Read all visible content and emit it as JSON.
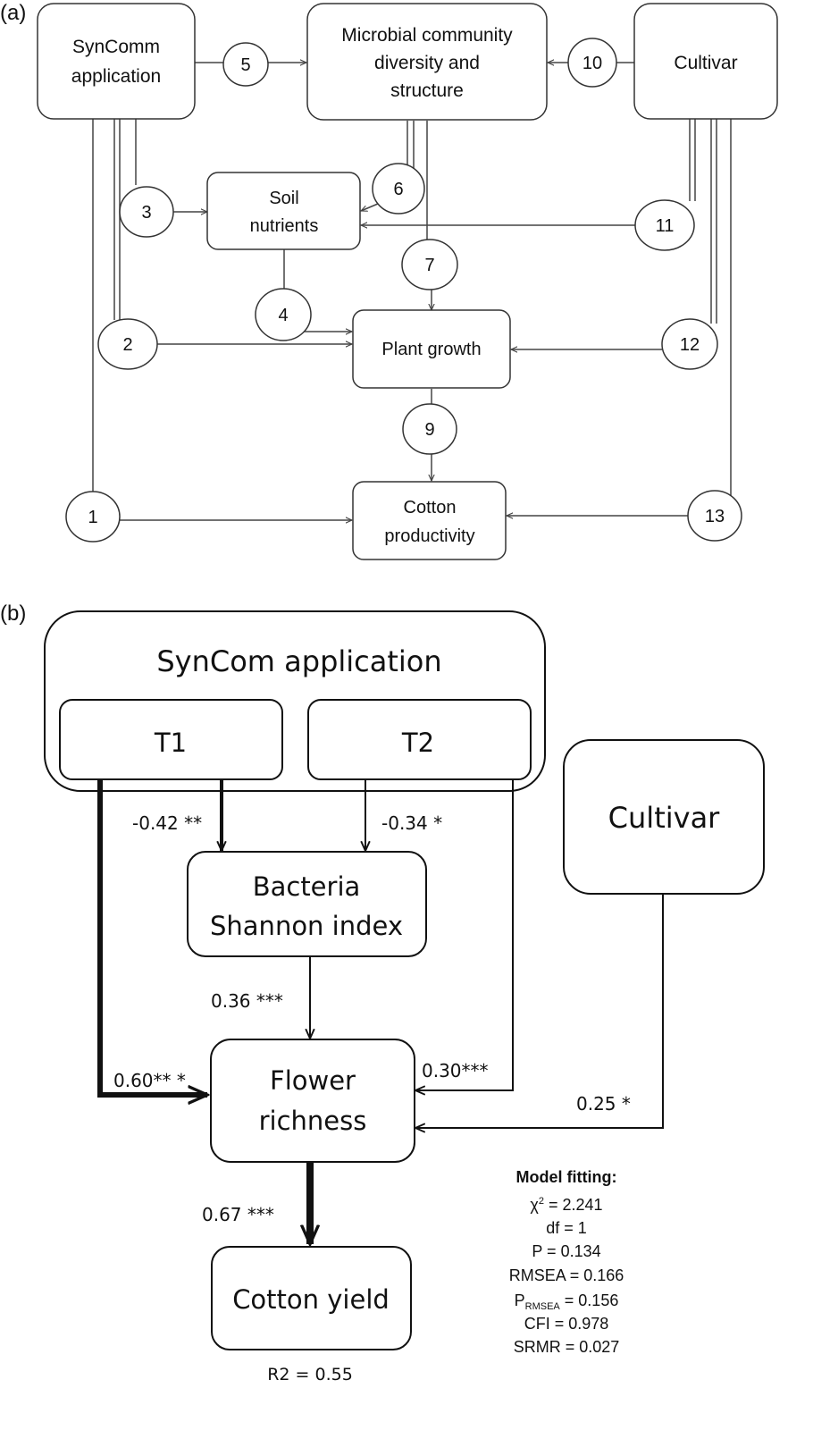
{
  "panel_a": {
    "label": "(a)",
    "boxes": {
      "syncomm": [
        "SynComm",
        "application"
      ],
      "microbial": [
        "Microbial community",
        "diversity and",
        "structure"
      ],
      "cultivar": [
        "Cultivar"
      ],
      "soil": [
        "Soil",
        "nutrients"
      ],
      "plant": [
        "Plant growth"
      ],
      "cotton": [
        "Cotton",
        "productivity"
      ]
    },
    "paths": [
      "1",
      "2",
      "3",
      "4",
      "5",
      "6",
      "7",
      "9",
      "10",
      "11",
      "12",
      "13"
    ]
  },
  "panel_b": {
    "label": "(b)",
    "boxes": {
      "syncomm": "SynCom application",
      "t1": "T1",
      "t2": "T2",
      "cultivar": "Cultivar",
      "bacteria": [
        "Bacteria",
        "Shannon index"
      ],
      "flower": [
        "Flower",
        "richness"
      ],
      "yield": "Cotton yield"
    },
    "coefficients": {
      "t1_bacteria": "-0.42 **",
      "t2_bacteria": "-0.34 *",
      "bacteria_flower": "0.36 ***",
      "t1_flower": "0.60** *",
      "t2_flower": "0.30***",
      "cultivar_flower": "0.25 *",
      "flower_yield": "0.67 ***"
    },
    "r2": "R2 = 0.55",
    "model_fitting": {
      "title": "Model fitting:",
      "chi2_symbol": "χ",
      "chi2_sup": "2",
      "chi2_value": " = 2.241",
      "df": "df = 1",
      "p": "P = 0.134",
      "rmsea": "RMSEA = 0.166",
      "p_rmsea_symbol": "P",
      "p_rmsea_sub": "RMSEA",
      "p_rmsea_value": " = 0.156",
      "cfi": "CFI = 0.978",
      "srmr": "SRMR = 0.027"
    }
  }
}
